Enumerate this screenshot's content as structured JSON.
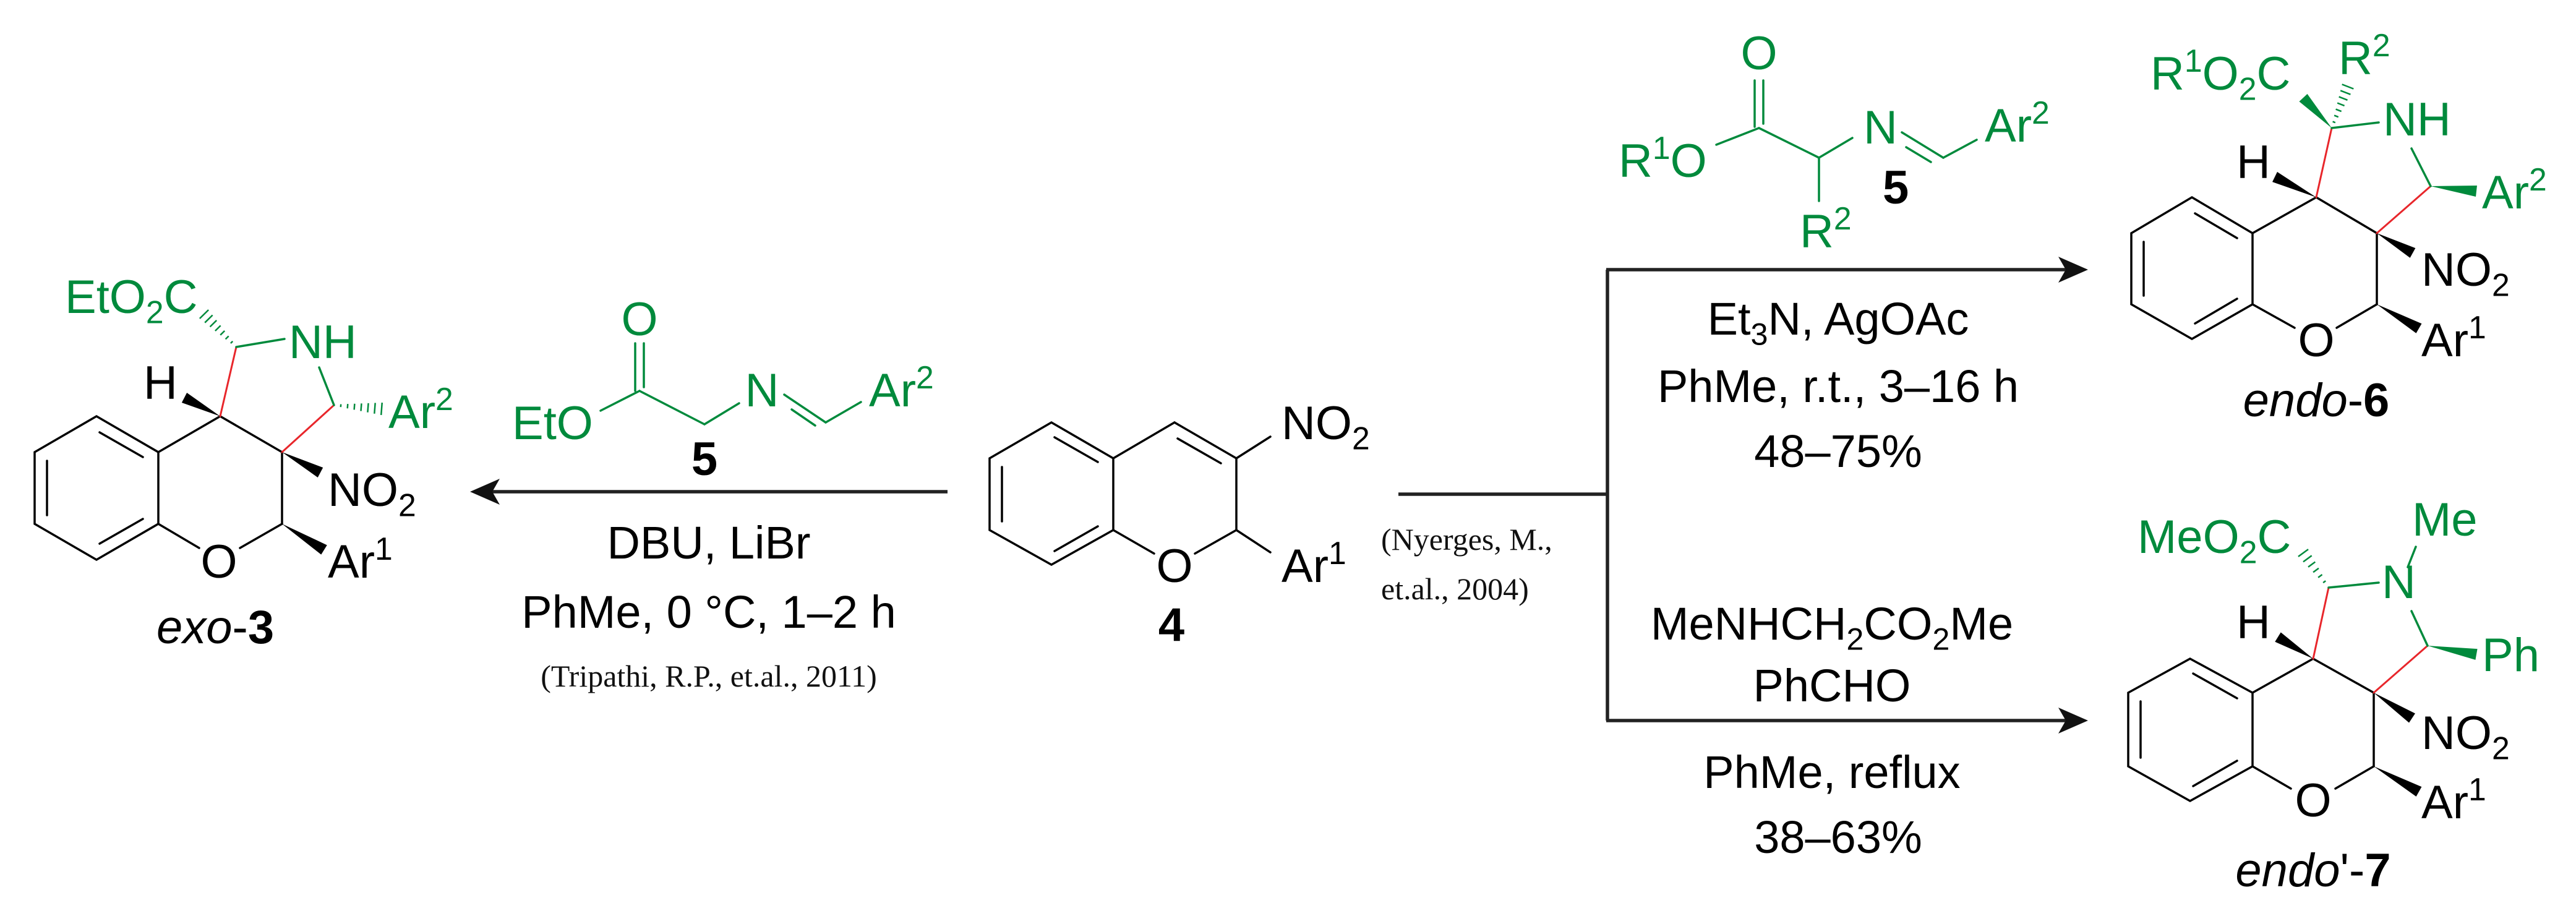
{
  "colors": {
    "reagent_green": "#008a3c",
    "new_bond_red": "#e8262b",
    "ink": "#000000"
  },
  "exo_3": {
    "ester": [
      [
        "EtO",
        ""
      ],
      [
        "2",
        "sub"
      ],
      [
        "C",
        ""
      ]
    ],
    "nh": [
      [
        "NH",
        ""
      ]
    ],
    "h": [
      [
        "H",
        ""
      ]
    ],
    "ar2": [
      [
        "Ar",
        ""
      ],
      [
        "2",
        "sup"
      ]
    ],
    "no2": [
      [
        "NO",
        ""
      ],
      [
        "2",
        "sub"
      ]
    ],
    "o": [
      [
        "O",
        ""
      ]
    ],
    "ar1": [
      [
        "Ar",
        ""
      ],
      [
        "1",
        "sup"
      ]
    ],
    "name": [
      [
        "exo",
        "i"
      ],
      [
        "-",
        ""
      ],
      [
        "3",
        "b"
      ]
    ]
  },
  "reagent_5_left": {
    "o": [
      [
        "O",
        ""
      ]
    ],
    "eto": [
      [
        "EtO",
        ""
      ]
    ],
    "n": [
      [
        "N",
        ""
      ]
    ],
    "ar2": [
      [
        "Ar",
        ""
      ],
      [
        "2",
        "sup"
      ]
    ],
    "number": [
      [
        "5",
        "b"
      ]
    ]
  },
  "left_conditions": {
    "line1": [
      [
        "DBU, LiBr",
        ""
      ]
    ],
    "line2": [
      [
        "PhMe, 0 °C, 1–2 h",
        ""
      ]
    ],
    "reference": "(Tripathi, R.P., et.al., 2011)"
  },
  "compound_4": {
    "no2": [
      [
        "NO",
        ""
      ],
      [
        "2",
        "sub"
      ]
    ],
    "o": [
      [
        "O",
        ""
      ]
    ],
    "ar1": [
      [
        "Ar",
        ""
      ],
      [
        "1",
        "sup"
      ]
    ],
    "number": [
      [
        "4",
        "b"
      ]
    ]
  },
  "branch_reference": {
    "line1": "(Nyerges, M.,",
    "line2": "et.al., 2004)"
  },
  "reagent_5_top": {
    "r1o": [
      [
        "R",
        ""
      ],
      [
        "1",
        "sup"
      ],
      [
        "O",
        ""
      ]
    ],
    "o": [
      [
        "O",
        ""
      ]
    ],
    "r2": [
      [
        "R",
        ""
      ],
      [
        "2",
        "sup"
      ]
    ],
    "n": [
      [
        "N",
        ""
      ]
    ],
    "ar2": [
      [
        "Ar",
        ""
      ],
      [
        "2",
        "sup"
      ]
    ],
    "number": [
      [
        "5",
        "b"
      ]
    ]
  },
  "top_conditions": {
    "line1": [
      [
        "Et",
        ""
      ],
      [
        "3",
        "sub"
      ],
      [
        "N, AgOAc",
        ""
      ]
    ],
    "line2": [
      [
        "PhMe, r.t., 3–16 h",
        ""
      ]
    ],
    "yield": [
      [
        "48–75%",
        ""
      ]
    ]
  },
  "bottom_conditions": {
    "line1": [
      [
        "MeNHCH",
        ""
      ],
      [
        "2",
        "sub"
      ],
      [
        "CO",
        ""
      ],
      [
        "2",
        "sub"
      ],
      [
        "Me",
        ""
      ]
    ],
    "line2": [
      [
        "PhCHO",
        ""
      ]
    ],
    "line3": [
      [
        "PhMe, reflux",
        ""
      ]
    ],
    "yield": [
      [
        "38–63%",
        ""
      ]
    ]
  },
  "endo_6": {
    "ester": [
      [
        "R",
        ""
      ],
      [
        "1",
        "sup"
      ],
      [
        "O",
        ""
      ],
      [
        "2",
        "sub"
      ],
      [
        "C",
        ""
      ]
    ],
    "r2": [
      [
        "R",
        ""
      ],
      [
        "2",
        "sup"
      ]
    ],
    "nh": [
      [
        "NH",
        ""
      ]
    ],
    "h": [
      [
        "H",
        ""
      ]
    ],
    "ar2": [
      [
        "Ar",
        ""
      ],
      [
        "2",
        "sup"
      ]
    ],
    "no2": [
      [
        "NO",
        ""
      ],
      [
        "2",
        "sub"
      ]
    ],
    "o": [
      [
        "O",
        ""
      ]
    ],
    "ar1": [
      [
        "Ar",
        ""
      ],
      [
        "1",
        "sup"
      ]
    ],
    "name": [
      [
        "endo",
        "i"
      ],
      [
        "-",
        ""
      ],
      [
        "6",
        "b"
      ]
    ]
  },
  "endo_7": {
    "ester": [
      [
        "MeO",
        ""
      ],
      [
        "2",
        "sub"
      ],
      [
        "C",
        ""
      ]
    ],
    "me": [
      [
        "Me",
        ""
      ]
    ],
    "n": [
      [
        "N",
        ""
      ]
    ],
    "h": [
      [
        "H",
        ""
      ]
    ],
    "ph": [
      [
        "Ph",
        ""
      ]
    ],
    "no2": [
      [
        "NO",
        ""
      ],
      [
        "2",
        "sub"
      ]
    ],
    "o": [
      [
        "O",
        ""
      ]
    ],
    "ar1": [
      [
        "Ar",
        ""
      ],
      [
        "1",
        "sup"
      ]
    ],
    "name": [
      [
        "endo",
        "i"
      ],
      [
        "'-",
        ""
      ],
      [
        "7",
        "b"
      ]
    ]
  }
}
